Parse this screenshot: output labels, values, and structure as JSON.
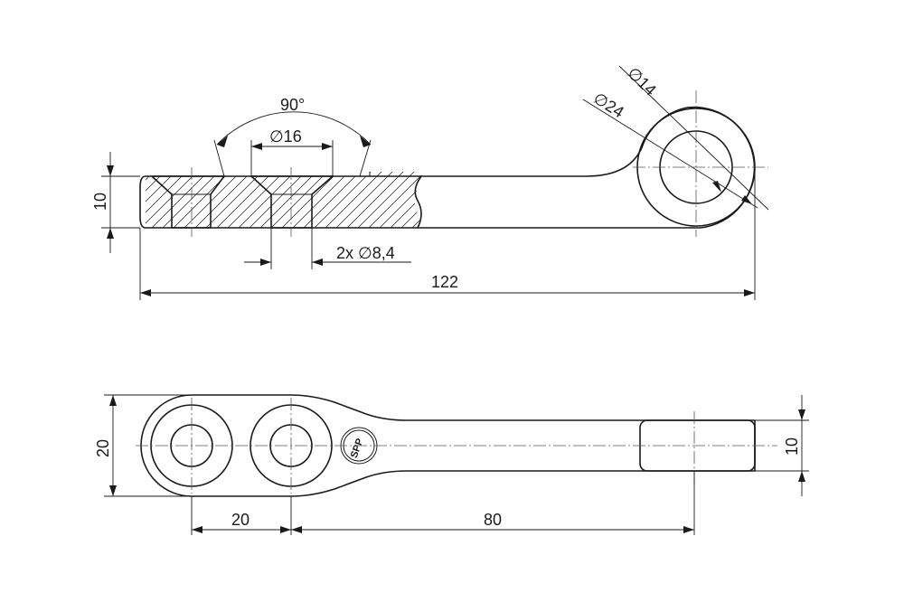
{
  "side_view": {
    "angle_label": "90°",
    "countersink_dia_label": "∅16",
    "thickness_label": "10",
    "holes_label": "2x ∅8,4",
    "overall_length_label": "122",
    "eye_inner_dia_label": "∅14",
    "eye_outer_dia_label": "∅24"
  },
  "top_view": {
    "width_label": "20",
    "hole_spacing_label": "20",
    "slot_distance_label": "80",
    "end_width_label": "10",
    "logo_text": "SPP"
  }
}
